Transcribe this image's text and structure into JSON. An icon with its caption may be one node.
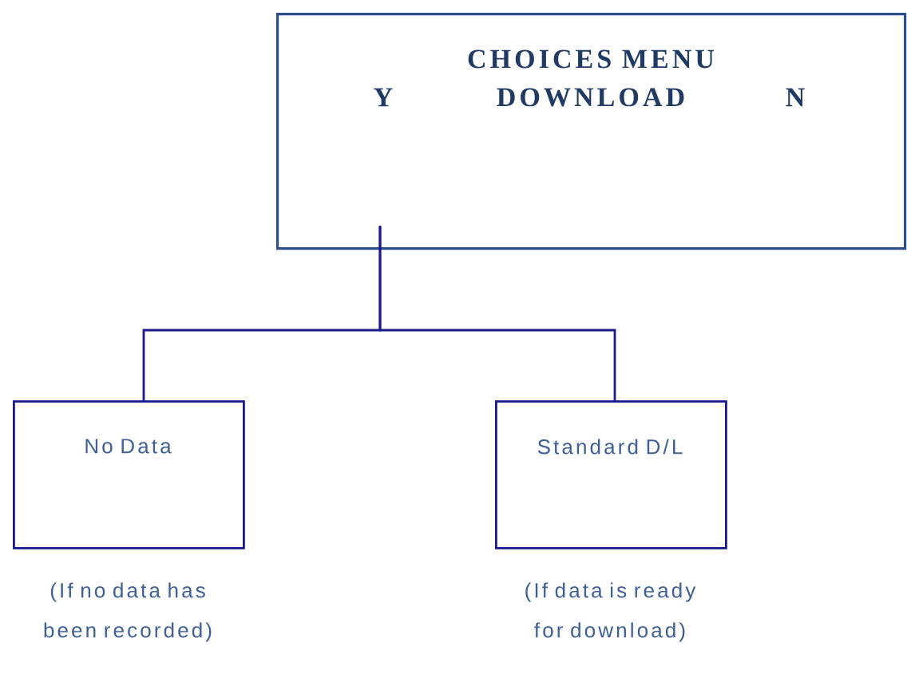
{
  "diagram": {
    "nodes": [
      {
        "text": [
          "CHOICES MENU",
          "Y",
          "DOWNLOAD",
          "N"
        ]
      },
      {
        "text": [
          "No Data"
        ],
        "beside": [
          "(If no data has been recorded)"
        ]
      },
      {
        "text": [
          "Standard D/L"
        ],
        "beside": [
          "(If data is ready for download)"
        ]
      }
    ],
    "edges": [
      {
        "from": 0,
        "to": 1,
        "arrow": "none"
      },
      {
        "from": 0,
        "to": 2,
        "arrow": "none"
      }
    ]
  }
}
